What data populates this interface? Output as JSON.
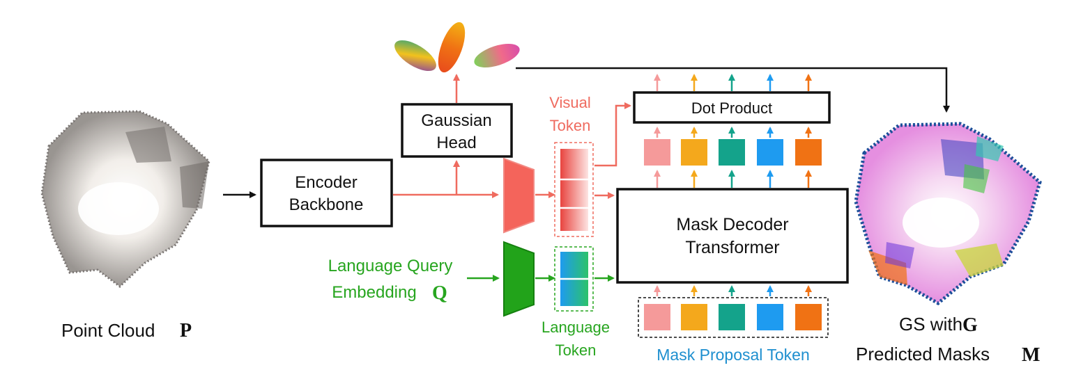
{
  "input": {
    "label": "Point Cloud",
    "symbol": "P"
  },
  "encoder": {
    "label_line1": "Encoder",
    "label_line2": "Backbone"
  },
  "gaussian_head": {
    "label_line1": "Gaussian",
    "label_line2": "Head"
  },
  "visual_token": {
    "label_line1": "Visual",
    "label_line2": "Token",
    "color": "#ef6b5f"
  },
  "language_query": {
    "label_line1": "Language Query",
    "label_line2": "Embedding",
    "symbol": "Q",
    "color": "#27a51f"
  },
  "language_token": {
    "label_line1": "Language",
    "label_line2": "Token",
    "color": "#27a51f"
  },
  "dot_product": {
    "label": "Dot Product"
  },
  "mask_decoder": {
    "label_line1": "Mask Decoder",
    "label_line2": "Transformer"
  },
  "mask_proposal": {
    "label": "Mask Proposal Token",
    "color": "#1e8fcf"
  },
  "output": {
    "label_line1": "GS with",
    "symbol1": "G",
    "label_line2": "Predicted Masks",
    "symbol2": "M"
  },
  "token_colors": [
    "#f59a9a",
    "#f4a81c",
    "#14a38b",
    "#1e9bf0",
    "#f07214"
  ]
}
